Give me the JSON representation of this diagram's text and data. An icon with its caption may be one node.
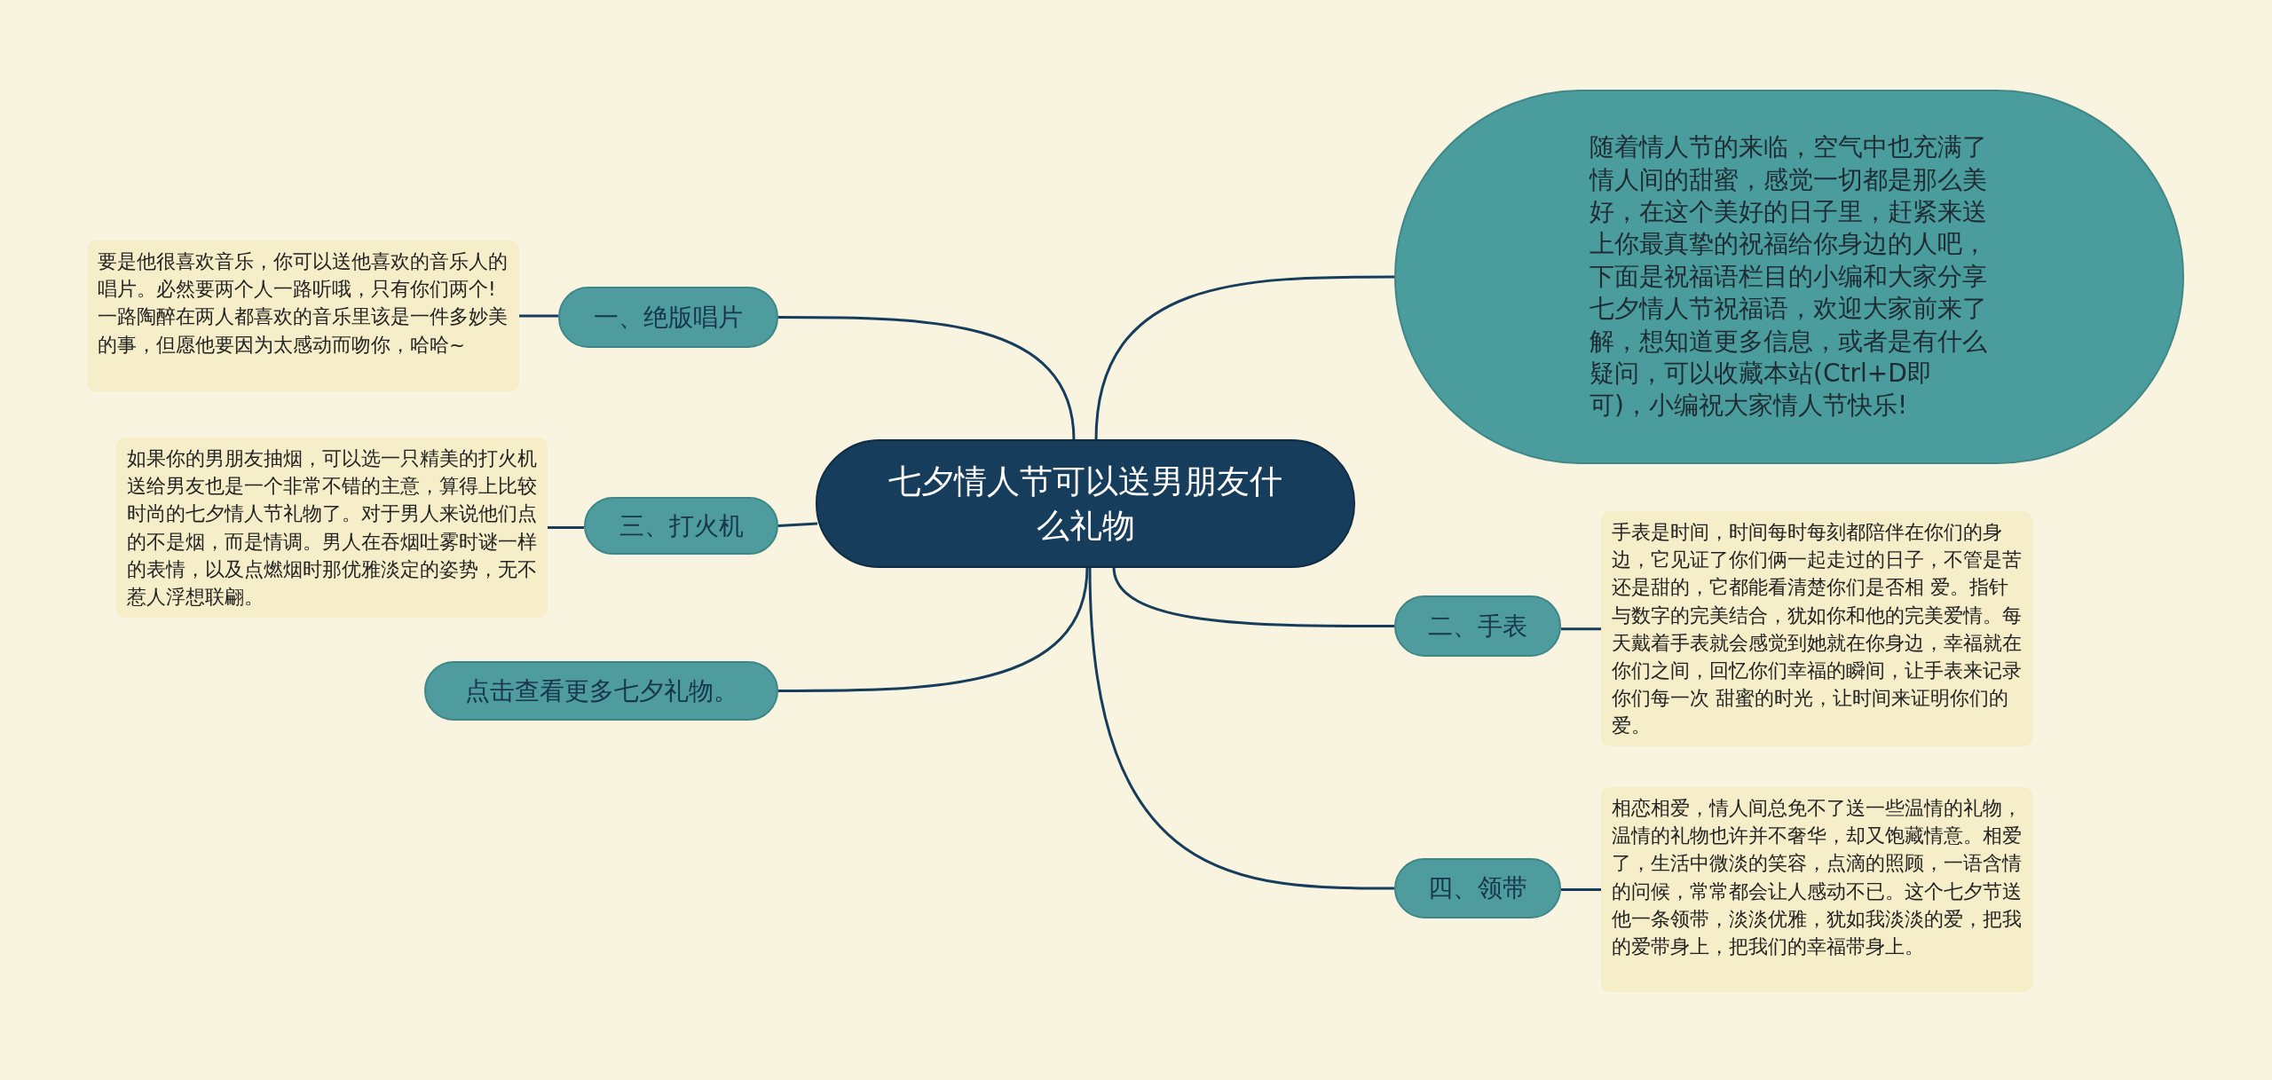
{
  "diagram": {
    "nodes": [
      {
        "text": [
          "七夕情人节可以送男朋友什么礼物"
        ]
      },
      {
        "text": [
          "随着情人节的来临，空气中也充满了情人间的甜蜜，感觉一切都是那么美好，在这个美好的日子里，赶紧来送上你最真挚的祝福给你身边的人吧，下面是祝福语栏目的小编和大家分享七夕情人节祝福语，欢迎大家前来了解，想知道更多信息，或者是有什么疑问，可以收藏本站(Ctrl+D即可)，小编祝大家情人节快乐!"
        ]
      },
      {
        "text": [
          "一、绝版唱片"
        ]
      },
      {
        "text": [
          "要是他很喜欢音乐，你可以送他喜欢的音乐人的唱片。必然要两个人一路听哦，只有你们两个!一路陶醉在两人都喜欢的音乐里该是一件多妙美的事，但愿他要因为太感动而吻你，哈哈~"
        ]
      },
      {
        "text": [
          "三、打火机"
        ]
      },
      {
        "text": [
          "如果你的男朋友抽烟，可以选一只精美的打火机送给男友也是一个非常不错的主意，算得上比较时尚的七夕情人节礼物了。对于男人来说他们点的不是烟，而是情调。男人在吞烟吐雾时谜一样的表情，以及点燃烟时那优雅淡定的姿势，无不惹人浮想联翩。"
        ]
      },
      {
        "text": [
          "点击查看更多七夕礼物。"
        ]
      },
      {
        "text": [
          "二、手表"
        ]
      },
      {
        "text": [
          "手表是时间，时间每时每刻都陪伴在你们的身边，它见证了你们俩一起走过的日子，不管是苦还是甜的，它都能看清楚你们是否相 爱。指针与数字的完美结合，犹如你和他的完美爱情。每天戴着手表就会感觉到她就在你身边，幸福就在你们之间，回忆你们幸福的瞬间，让手表来记录你们每一次 甜蜜的时光，让时间来证明你们的爱。"
        ]
      },
      {
        "text": [
          "四、领带"
        ]
      },
      {
        "text": [
          "相恋相爱，情人间总免不了送一些温情的礼物，温情的礼物也许并不奢华，却又饱藏情意。相爱了，生活中微淡的笑容，点滴的照顾，一语含情的问候，常常都会让人感动不已。这个七夕节送他一条领带，淡淡优雅，犹如我淡淡的爱，把我的爱带身上，把我们的幸福带身上。"
        ]
      }
    ],
    "edges": [
      {
        "from": 0,
        "to": 2,
        "arrow": "none"
      },
      {
        "from": 2,
        "to": 3,
        "arrow": "none"
      },
      {
        "from": 0,
        "to": 4,
        "arrow": "none"
      },
      {
        "from": 4,
        "to": 5,
        "arrow": "none"
      },
      {
        "from": 0,
        "to": 6,
        "arrow": "none"
      },
      {
        "from": 0,
        "to": 1,
        "arrow": "none"
      },
      {
        "from": 0,
        "to": 7,
        "arrow": "none"
      },
      {
        "from": 7,
        "to": 8,
        "arrow": "none"
      },
      {
        "from": 0,
        "to": 9,
        "arrow": "none"
      },
      {
        "from": 9,
        "to": 10,
        "arrow": "none"
      }
    ]
  }
}
